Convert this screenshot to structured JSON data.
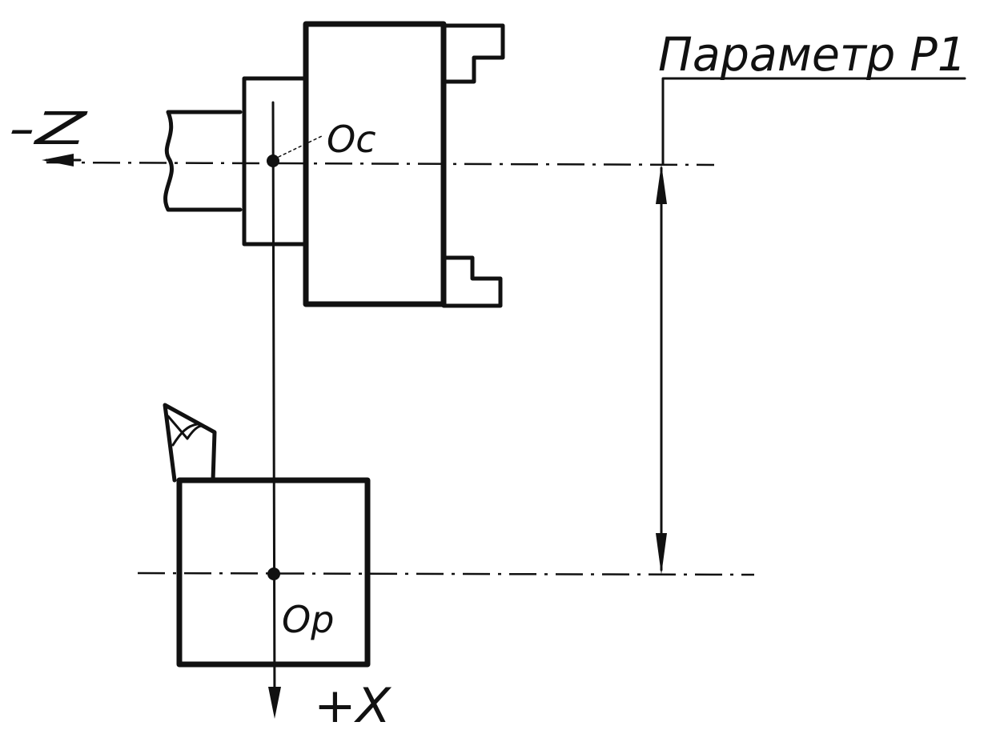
{
  "labels": {
    "parameter": "Параметр Р1",
    "minus_z": "-Z",
    "plus_x": "+X",
    "origin_chuck": "Oc",
    "origin_tool": "Op"
  },
  "colors": {
    "ink": "#111111",
    "paper": "#ffffff"
  }
}
